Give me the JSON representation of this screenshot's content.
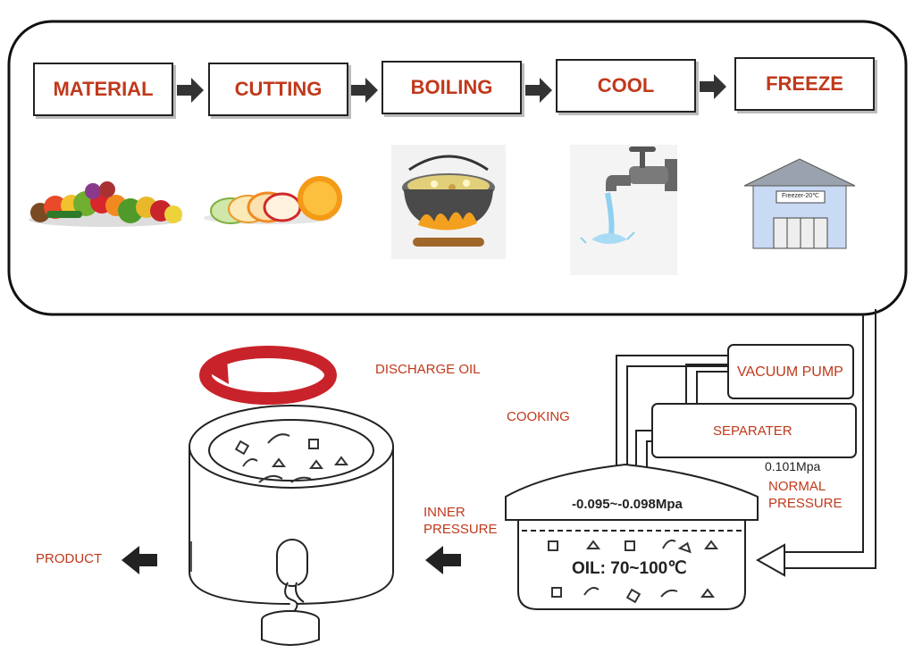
{
  "process_steps": [
    {
      "label": "MATERIAL"
    },
    {
      "label": "CUTTING"
    },
    {
      "label": "BOILING"
    },
    {
      "label": "COOL"
    },
    {
      "label": "FREEZE"
    }
  ],
  "freezer_sign": "Freezer-20℃",
  "labels": {
    "discharge_oil": "DISCHARGE OIL",
    "cooking": "COOKING",
    "vacuum_pump": "VACUUM PUMP",
    "separater": "SEPARATER",
    "normal_pressure_value": "0.101Mpa",
    "normal_pressure_1": "NORMAL",
    "normal_pressure_2": "PRESSURE",
    "vacuum_range": "-0.095~-0.098Mpa",
    "oil_temp": "OIL: 70~100℃",
    "inner_pressure_1": "INNER",
    "inner_pressure_2": "PRESSURE",
    "product": "PRODUCT"
  },
  "colors": {
    "step_text": "#c0391b",
    "label_red": "#c0391b",
    "line": "#222222",
    "arrow_red": "#c8232a"
  }
}
